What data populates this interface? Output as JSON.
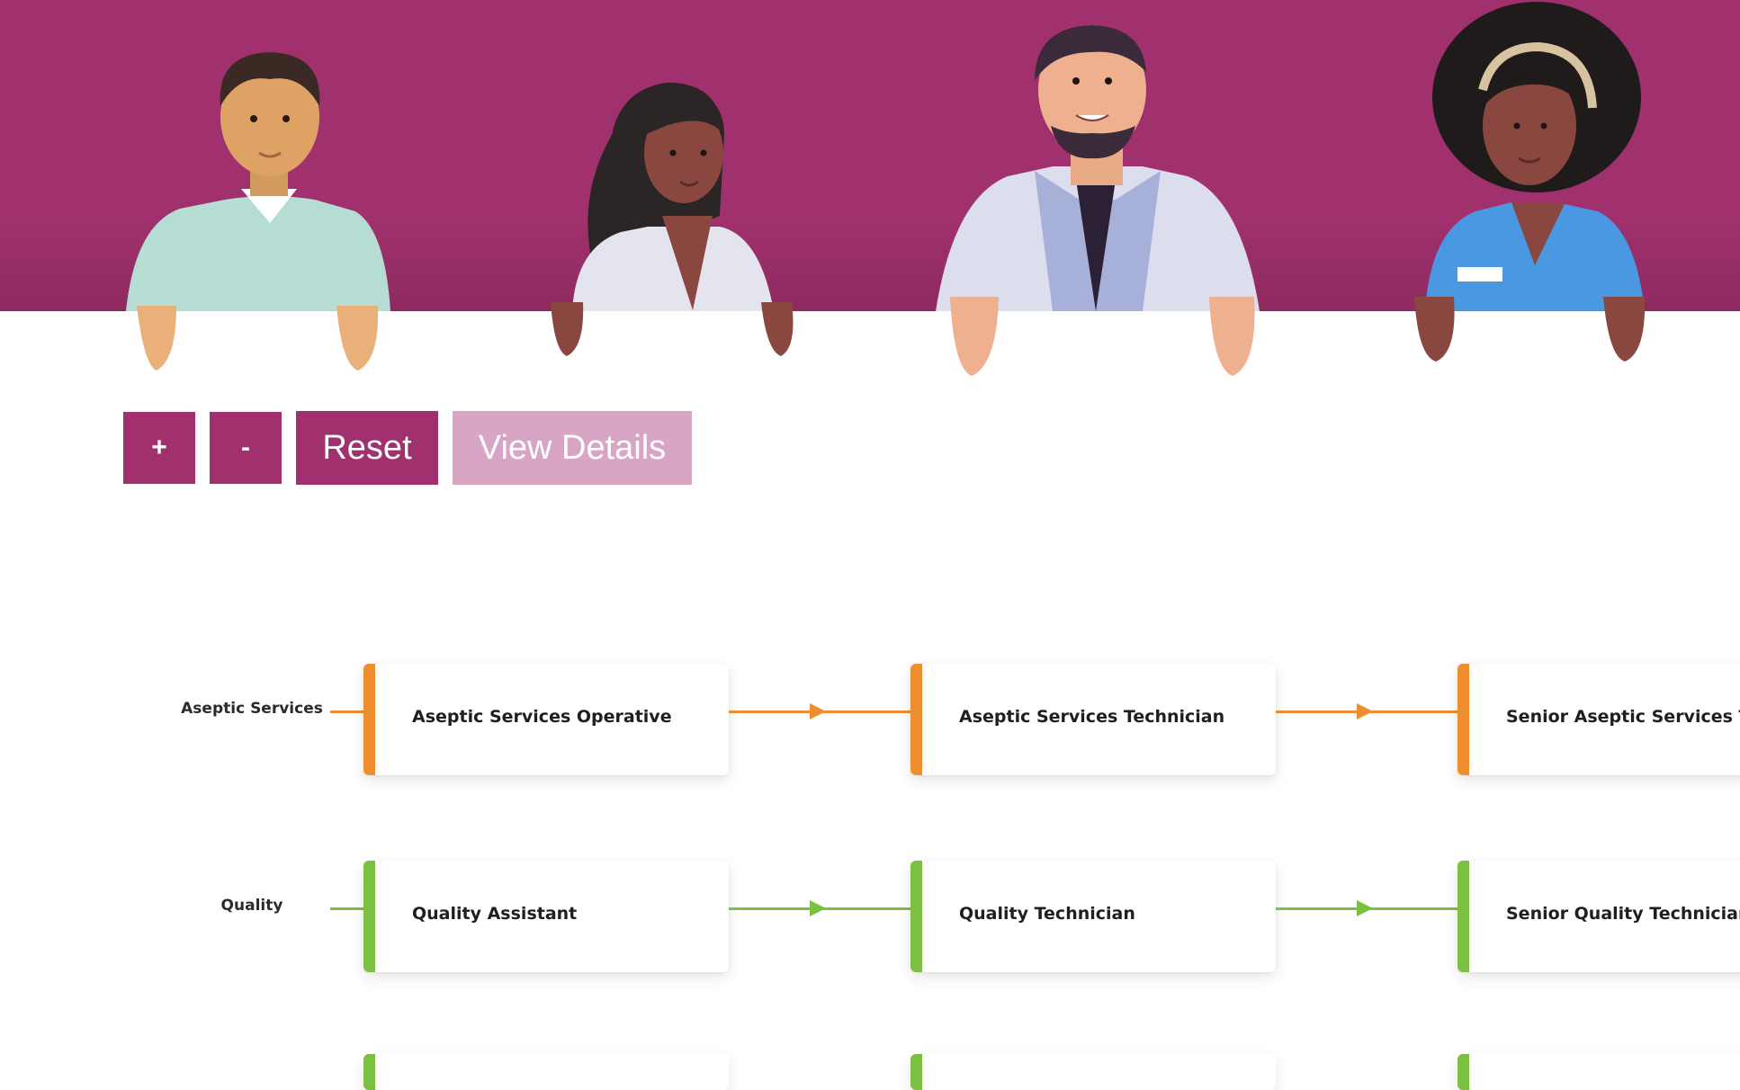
{
  "colors": {
    "brand": "#a0316e",
    "brand_light": "#d8a5c5",
    "aseptic": "#ef8e2f",
    "quality": "#7bc043"
  },
  "controls": {
    "zoom_in_label": "+",
    "zoom_out_label": "-",
    "reset_label": "Reset",
    "details_label": "View Details"
  },
  "pathways": [
    {
      "label": "Aseptic Services",
      "color": "#ef8e2f",
      "roles": [
        "Aseptic Services Operative",
        "Aseptic Services Technician",
        "Senior Aseptic Services Technician"
      ]
    },
    {
      "label": "Quality",
      "color": "#7bc043",
      "roles": [
        "Quality Assistant",
        "Quality Technician",
        "Senior Quality Technician"
      ]
    }
  ]
}
